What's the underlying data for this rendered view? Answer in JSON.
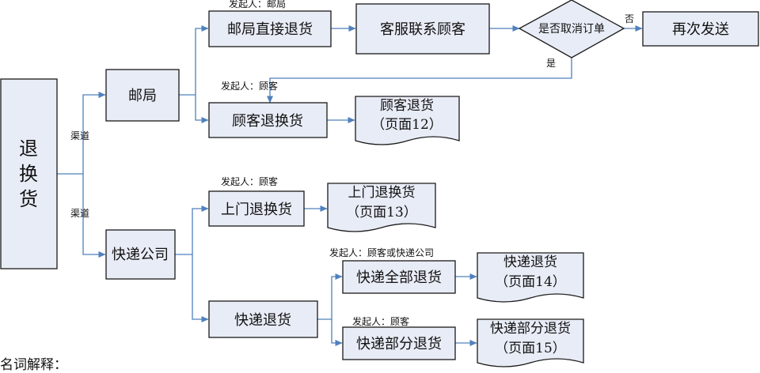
{
  "nodes": {
    "root": "退换货",
    "post_office": "邮局",
    "express": "快递公司",
    "post_direct_return": "邮局直接退货",
    "cs_contact": "客服联系顾客",
    "cancel_order_question": "是否取消订单",
    "resend": "再次发送",
    "customer_return": "顾客退换货",
    "door_return": "上门退换货",
    "express_return": "快递退货",
    "express_full_return": "快递全部退货",
    "express_partial_return": "快递部分退货"
  },
  "documents": {
    "customer_return_doc": {
      "line1": "顾客退货",
      "line2": "（页面12）"
    },
    "door_return_doc": {
      "line1": "上门退换货",
      "line2": "（页面13）"
    },
    "express_full_doc": {
      "line1": "快递退货",
      "line2": "（页面14）"
    },
    "express_partial_doc": {
      "line1": "快递部分退货",
      "line2": "（页面15）"
    }
  },
  "annotations": {
    "initiator_post": "发起人：邮局",
    "initiator_customer_1": "发起人：顾客",
    "initiator_customer_2": "发起人：顾客",
    "initiator_customer_or_express": "发起人：顾客或快递公司",
    "initiator_customer_3": "发起人：顾客",
    "channel_1": "渠道",
    "channel_2": "渠道",
    "no": "否",
    "yes": "是"
  },
  "footer": {
    "glossary_label": "名词解释："
  },
  "colors": {
    "box_fill": "#e8ecf6",
    "connector": "#4f81bd",
    "outline": "#1a1a1a"
  }
}
